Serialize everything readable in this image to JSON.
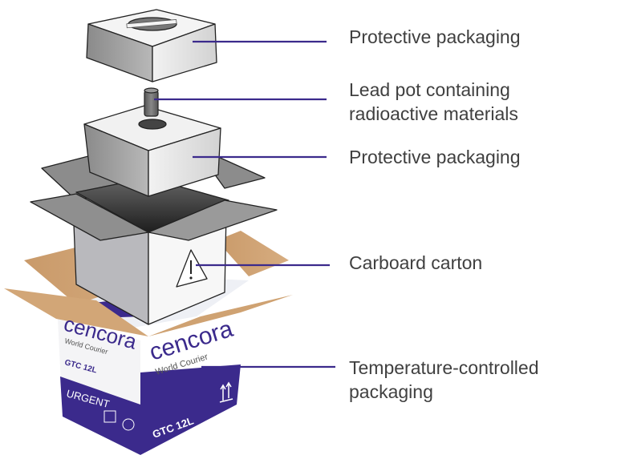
{
  "diagram": {
    "title": "Exploded view of radioactive materials shipping package",
    "accent_color": "#3b2a8c",
    "label_color": "#404040",
    "labels": [
      {
        "id": "top-protective",
        "lines": [
          "Protective packaging"
        ]
      },
      {
        "id": "lead-pot",
        "lines": [
          "Lead pot containing",
          "radioactive materials"
        ]
      },
      {
        "id": "bottom-protective",
        "lines": [
          "Protective packaging"
        ]
      },
      {
        "id": "carton",
        "lines": [
          "Carboard carton"
        ]
      },
      {
        "id": "temperature",
        "lines": [
          "Temperature-controlled",
          "packaging"
        ]
      }
    ],
    "box_print": {
      "brand": "cencora",
      "sub_brand": "World Courier",
      "model": "GTC 12L",
      "urgent": "URGENT",
      "warning_icon": "warning-triangle-icon",
      "orientation_icon": "this-way-up-arrows-icon"
    }
  }
}
